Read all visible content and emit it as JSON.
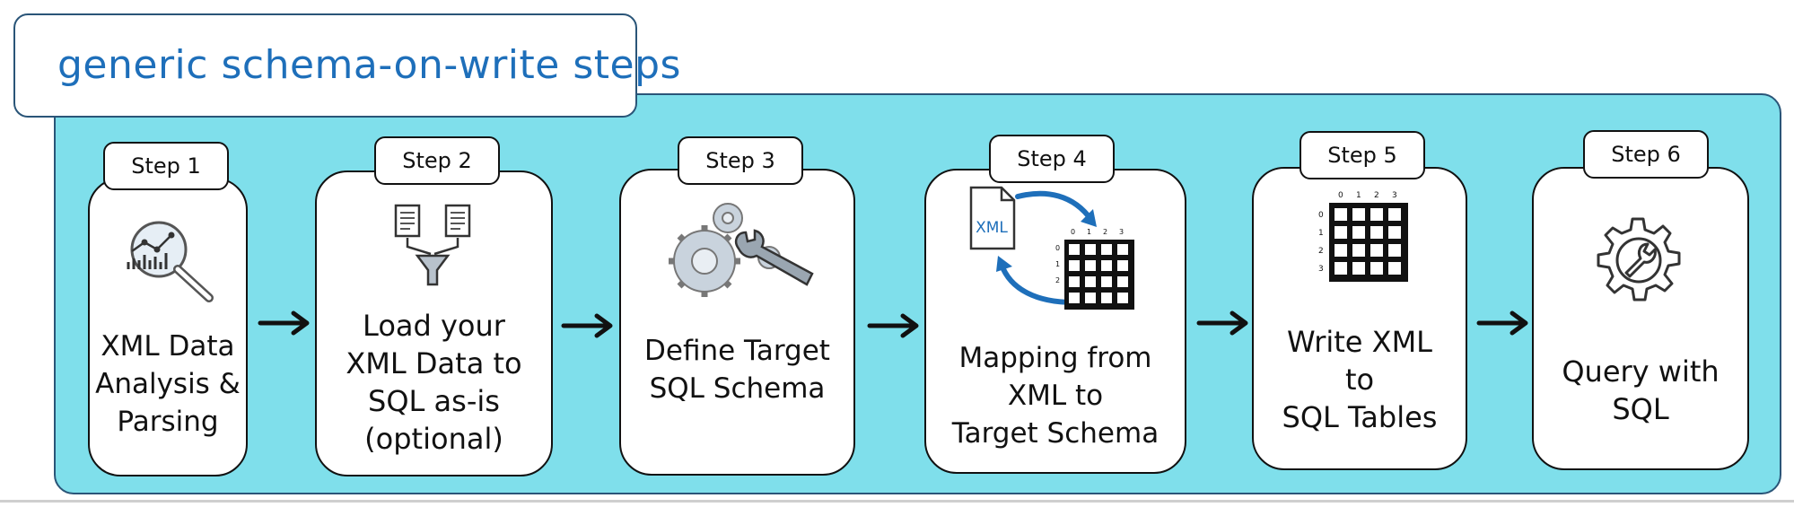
{
  "title": "generic schema-on-write steps",
  "steps": [
    {
      "tab": "Step 1",
      "label": "XML Data\nAnalysis &\nParsing",
      "icon": "analysis-magnifier-icon"
    },
    {
      "tab": "Step 2",
      "label": "Load your\nXML Data to\nSQL as-is\n(optional)",
      "icon": "documents-funnel-icon"
    },
    {
      "tab": "Step 3",
      "label": "Define Target\nSQL Schema",
      "icon": "gears-wrench-icon"
    },
    {
      "tab": "Step 4",
      "label": "Mapping from\nXML to\nTarget Schema",
      "icon": "xml-to-grid-icon",
      "xml_text": "XML",
      "grid_cols": [
        "0",
        "1",
        "2",
        "3"
      ],
      "grid_rows": [
        "0",
        "1",
        "2"
      ]
    },
    {
      "tab": "Step 5",
      "label": "Write XML\nto\nSQL Tables",
      "icon": "sql-table-grid-icon",
      "grid_cols": [
        "0",
        "1",
        "2",
        "3"
      ],
      "grid_rows": [
        "0",
        "1",
        "2",
        "3"
      ]
    },
    {
      "tab": "Step 6",
      "label": "Query with\nSQL",
      "icon": "gear-wrench-icon"
    }
  ],
  "colors": {
    "panel": "#7fdfeb",
    "title": "#1e6fba",
    "arrow": "#111111",
    "accent_blue": "#1e6fba"
  }
}
